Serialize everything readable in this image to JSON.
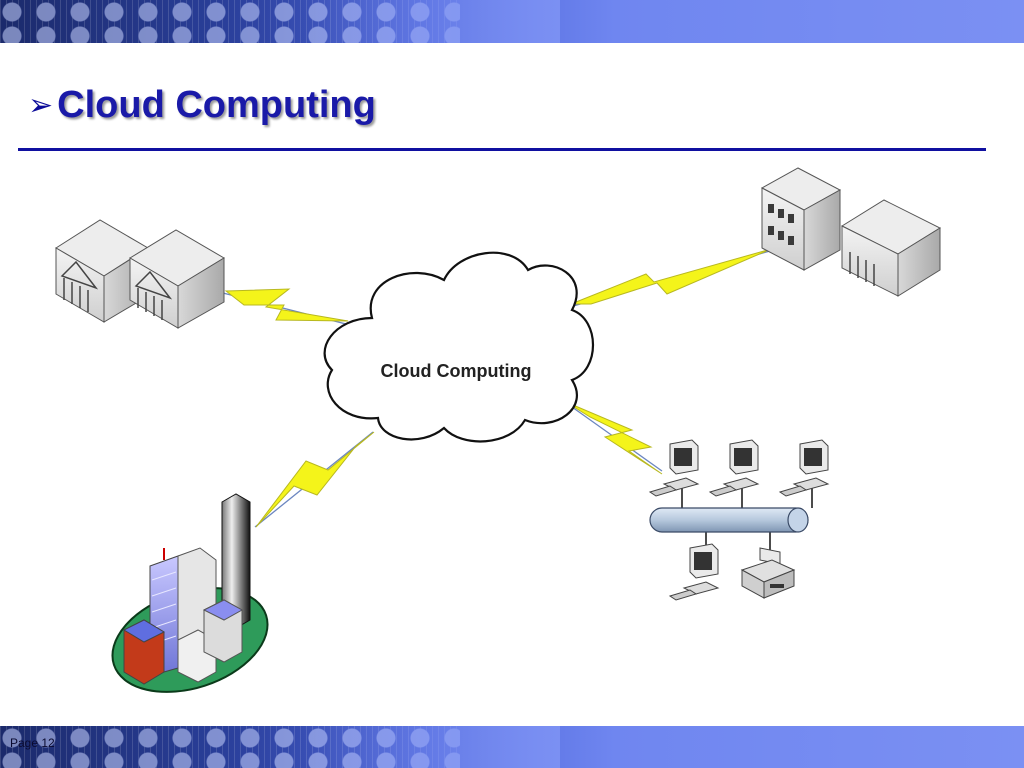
{
  "slide": {
    "title": "Cloud Computing",
    "bullet_glyph": "➢",
    "footer_page": "Page 12"
  },
  "diagram": {
    "center_label": "Cloud Computing",
    "nodes": [
      {
        "name": "data-center-left",
        "icon": "server-buildings-icon"
      },
      {
        "name": "data-center-right",
        "icon": "server-buildings-icon"
      },
      {
        "name": "city-campus",
        "icon": "city-buildings-icon"
      },
      {
        "name": "office-network",
        "icon": "lan-computers-icon"
      }
    ]
  },
  "colors": {
    "title": "#1a1aa8",
    "rule": "#1010a0",
    "lightning": "#f4f41a",
    "band_light": "#7b90f3",
    "band_dark": "#1b2a6b"
  }
}
